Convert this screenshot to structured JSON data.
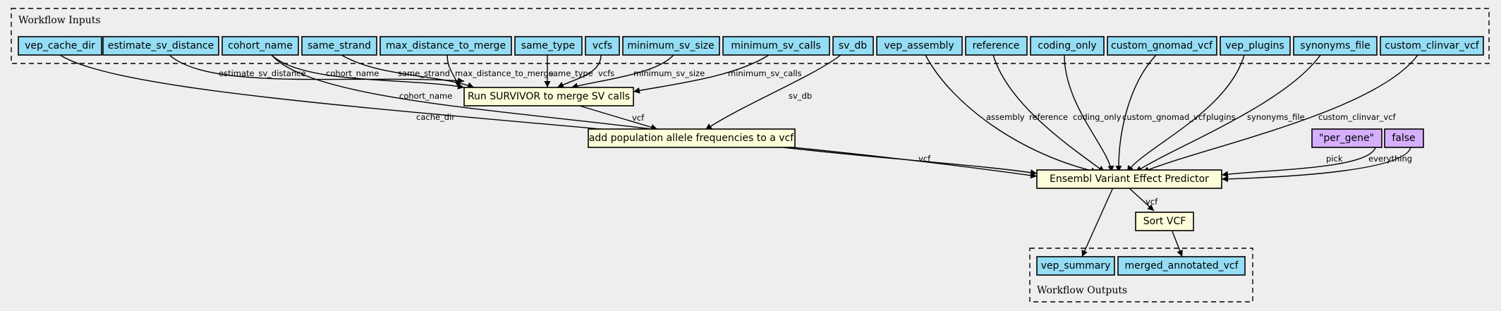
{
  "clusters": {
    "inputs_title": "Workflow Inputs",
    "outputs_title": "Workflow Outputs"
  },
  "inputs": [
    "vep_cache_dir",
    "estimate_sv_distance",
    "cohort_name",
    "same_strand",
    "max_distance_to_merge",
    "same_type",
    "vcfs",
    "minimum_sv_size",
    "minimum_sv_calls",
    "sv_db",
    "vep_assembly",
    "reference",
    "coding_only",
    "custom_gnomad_vcf",
    "vep_plugins",
    "synonyms_file",
    "custom_clinvar_vcf"
  ],
  "steps": {
    "survivor": "Run SURVIVOR to merge SV calls",
    "add_af": "add population allele frequencies to a vcf",
    "vep": "Ensembl Variant Effect Predictor",
    "sort": "Sort VCF"
  },
  "constants": {
    "pick": "\"per_gene\"",
    "everything": "false"
  },
  "outputs": [
    "vep_summary",
    "merged_annotated_vcf"
  ],
  "edge_labels": {
    "estimate_sv_distance": "estimate_sv_distance",
    "cohort_name_survivor": "cohort_name",
    "same_strand": "same_strand",
    "max_distance_to_merge": "max_distance_to_merge",
    "same_type": "same_type",
    "vcfs": "vcfs",
    "minimum_sv_size": "minimum_sv_size",
    "minimum_sv_calls": "minimum_sv_calls",
    "cohort_name_af": "cohort_name",
    "cache_dir": "cache_dir",
    "survivor_vcf": "vcf",
    "sv_db": "sv_db",
    "assembly": "assembly",
    "reference": "reference",
    "coding_only": "coding_only",
    "custom_gnomad_vcf": "custom_gnomad_vcf",
    "plugins": "plugins",
    "synonyms_file": "synonyms_file",
    "custom_clinvar_vcf": "custom_clinvar_vcf",
    "af_vcf": "vcf",
    "pick": "pick",
    "everything": "everything",
    "vep_vcf": "vcf"
  }
}
